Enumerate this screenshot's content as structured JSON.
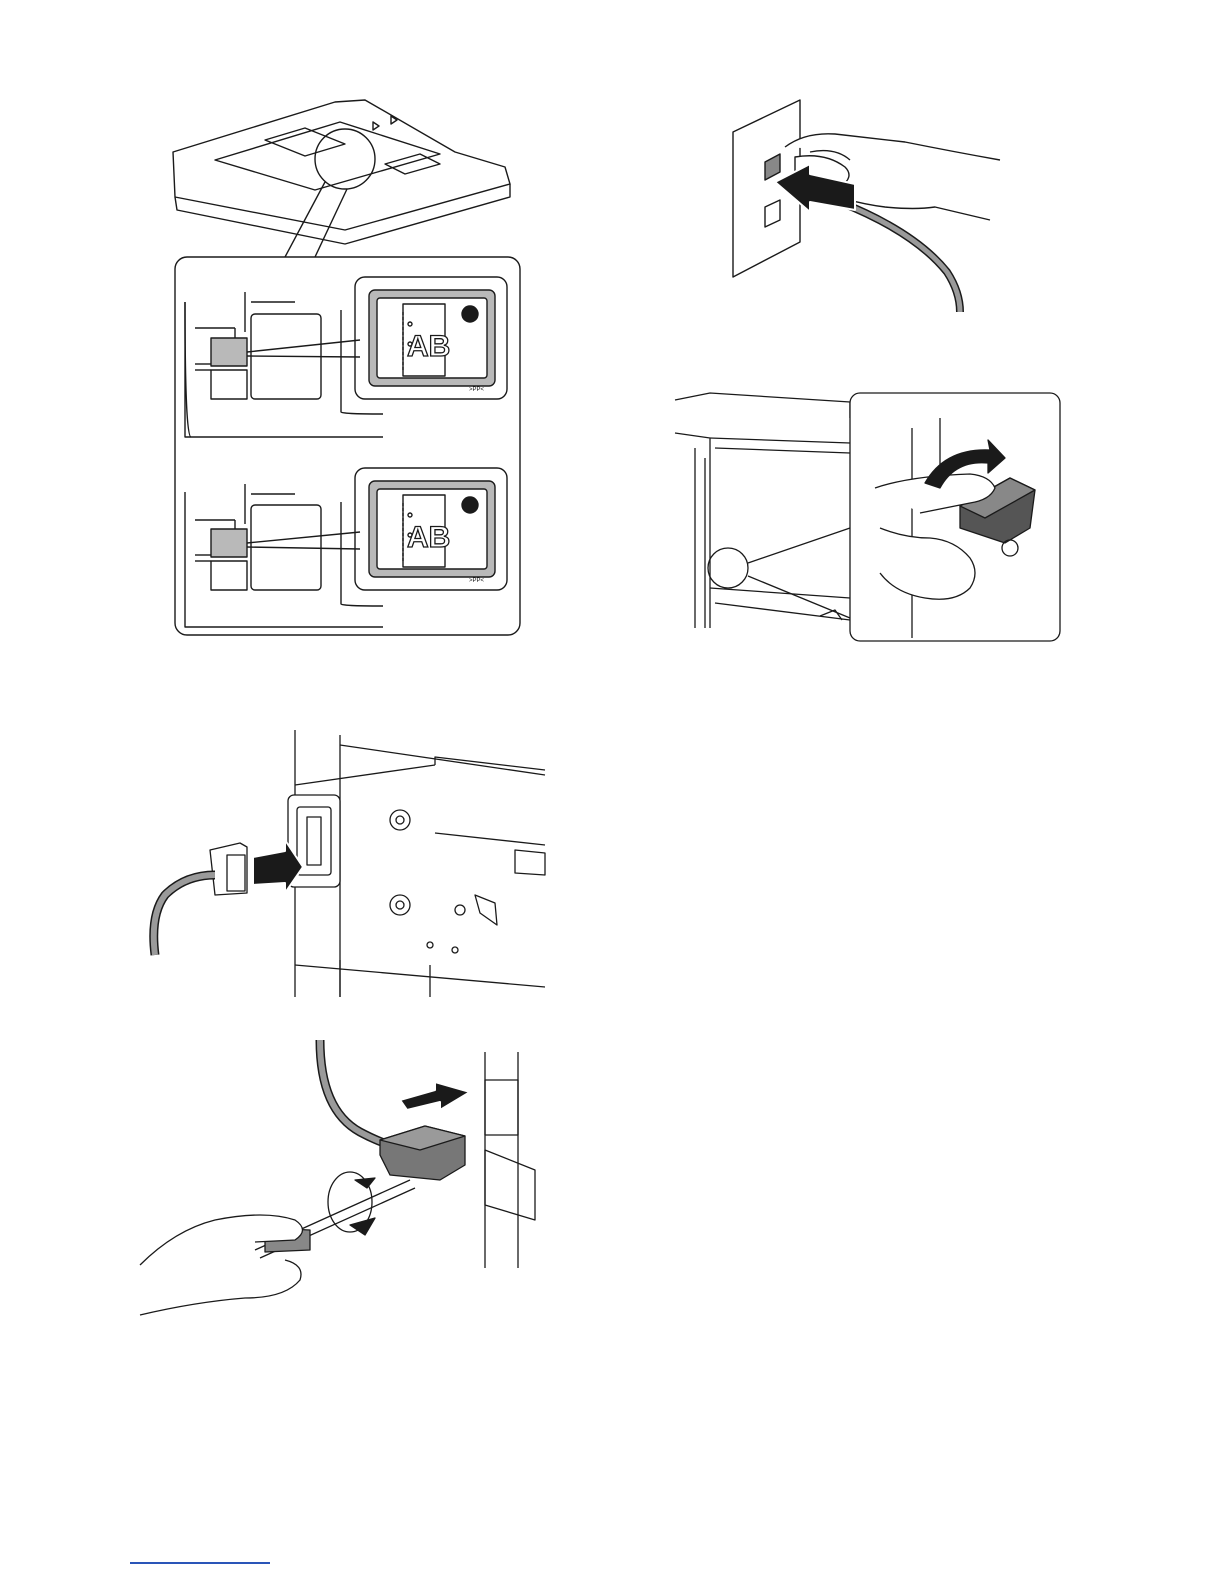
{
  "figures": {
    "adf": {
      "panel_top": {
        "glyph": "AB",
        "code": ">PP<"
      },
      "panel_bottom": {
        "glyph": "AB",
        "code": ">PP<"
      }
    }
  },
  "colors": {
    "line": "#1a1a1a",
    "fill_gray": "#b9b9b9",
    "fill_dark": "#555555",
    "link": "#2a55b8"
  },
  "footer": {
    "link_text": ""
  }
}
